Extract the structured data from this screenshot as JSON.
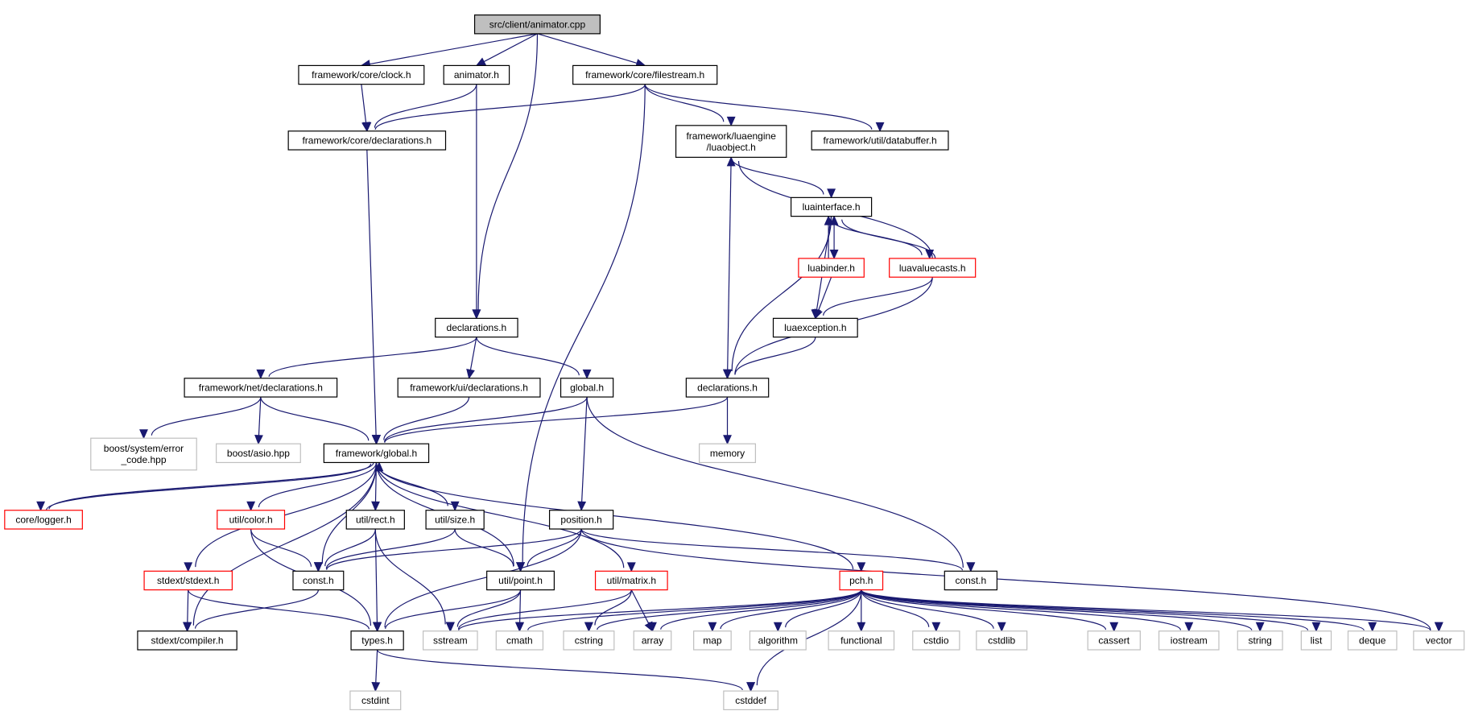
{
  "colors": {
    "edge": "#191970",
    "normal_border": "#000000",
    "external_border": "#bfbfbf",
    "incomplete_border": "#ff0000",
    "root_fill": "#bfbfbf",
    "fill": "#ffffff"
  },
  "nodes": [
    {
      "id": "root",
      "label": "src/client/animator.cpp",
      "kind": "root"
    },
    {
      "id": "clock",
      "label": "framework/core/clock.h",
      "kind": "normal"
    },
    {
      "id": "animator_h",
      "label": "animator.h",
      "kind": "normal"
    },
    {
      "id": "filestream",
      "label": "framework/core/filestream.h",
      "kind": "normal"
    },
    {
      "id": "core_decl",
      "label": "framework/core/declarations.h",
      "kind": "normal"
    },
    {
      "id": "luaobject",
      "label": "framework/luaengine\n/luaobject.h",
      "kind": "normal"
    },
    {
      "id": "databuffer",
      "label": "framework/util/databuffer.h",
      "kind": "normal"
    },
    {
      "id": "luainterface",
      "label": "luainterface.h",
      "kind": "normal"
    },
    {
      "id": "luabinder",
      "label": "luabinder.h",
      "kind": "incomplete"
    },
    {
      "id": "luavaluecasts",
      "label": "luavaluecasts.h",
      "kind": "incomplete"
    },
    {
      "id": "luaexception",
      "label": "luaexception.h",
      "kind": "normal"
    },
    {
      "id": "declarations",
      "label": "declarations.h",
      "kind": "normal"
    },
    {
      "id": "net_decl",
      "label": "framework/net/declarations.h",
      "kind": "normal"
    },
    {
      "id": "ui_decl",
      "label": "framework/ui/declarations.h",
      "kind": "normal"
    },
    {
      "id": "global_h",
      "label": "global.h",
      "kind": "normal"
    },
    {
      "id": "lua_decl",
      "label": "declarations.h",
      "kind": "normal"
    },
    {
      "id": "boost_sys",
      "label": "boost/system/error\n_code.hpp",
      "kind": "external"
    },
    {
      "id": "boost_asio",
      "label": "boost/asio.hpp",
      "kind": "external"
    },
    {
      "id": "fw_global",
      "label": "framework/global.h",
      "kind": "normal"
    },
    {
      "id": "memory",
      "label": "memory",
      "kind": "external"
    },
    {
      "id": "logger",
      "label": "core/logger.h",
      "kind": "incomplete"
    },
    {
      "id": "color",
      "label": "util/color.h",
      "kind": "incomplete"
    },
    {
      "id": "rect",
      "label": "util/rect.h",
      "kind": "normal"
    },
    {
      "id": "size",
      "label": "util/size.h",
      "kind": "normal"
    },
    {
      "id": "position",
      "label": "position.h",
      "kind": "normal"
    },
    {
      "id": "stdext",
      "label": "stdext/stdext.h",
      "kind": "incomplete"
    },
    {
      "id": "const1",
      "label": "const.h",
      "kind": "normal"
    },
    {
      "id": "point",
      "label": "util/point.h",
      "kind": "normal"
    },
    {
      "id": "matrix",
      "label": "util/matrix.h",
      "kind": "incomplete"
    },
    {
      "id": "pch",
      "label": "pch.h",
      "kind": "incomplete"
    },
    {
      "id": "const2",
      "label": "const.h",
      "kind": "normal"
    },
    {
      "id": "compiler",
      "label": "stdext/compiler.h",
      "kind": "normal"
    },
    {
      "id": "types",
      "label": "types.h",
      "kind": "normal"
    },
    {
      "id": "sstream",
      "label": "sstream",
      "kind": "external"
    },
    {
      "id": "cmath",
      "label": "cmath",
      "kind": "external"
    },
    {
      "id": "cstring",
      "label": "cstring",
      "kind": "external"
    },
    {
      "id": "array",
      "label": "array",
      "kind": "external"
    },
    {
      "id": "map",
      "label": "map",
      "kind": "external"
    },
    {
      "id": "algorithm",
      "label": "algorithm",
      "kind": "external"
    },
    {
      "id": "functional",
      "label": "functional",
      "kind": "external"
    },
    {
      "id": "cstdio",
      "label": "cstdio",
      "kind": "external"
    },
    {
      "id": "cstdlib",
      "label": "cstdlib",
      "kind": "external"
    },
    {
      "id": "cassert",
      "label": "cassert",
      "kind": "external"
    },
    {
      "id": "iostream",
      "label": "iostream",
      "kind": "external"
    },
    {
      "id": "string",
      "label": "string",
      "kind": "external"
    },
    {
      "id": "list",
      "label": "list",
      "kind": "external"
    },
    {
      "id": "deque",
      "label": "deque",
      "kind": "external"
    },
    {
      "id": "vector",
      "label": "vector",
      "kind": "external"
    },
    {
      "id": "cstdint",
      "label": "cstdint",
      "kind": "external"
    },
    {
      "id": "cstddef",
      "label": "cstddef",
      "kind": "external"
    }
  ],
  "edges": [
    [
      "root",
      "clock"
    ],
    [
      "root",
      "animator_h"
    ],
    [
      "root",
      "filestream"
    ],
    [
      "root",
      "declarations"
    ],
    [
      "clock",
      "core_decl"
    ],
    [
      "animator_h",
      "core_decl"
    ],
    [
      "animator_h",
      "declarations"
    ],
    [
      "filestream",
      "core_decl"
    ],
    [
      "filestream",
      "luaobject"
    ],
    [
      "filestream",
      "databuffer"
    ],
    [
      "filestream",
      "point"
    ],
    [
      "core_decl",
      "fw_global"
    ],
    [
      "luaobject",
      "luainterface"
    ],
    [
      "luaobject",
      "lua_decl"
    ],
    [
      "luainterface",
      "luabinder"
    ],
    [
      "luainterface",
      "luavaluecasts"
    ],
    [
      "luainterface",
      "luaexception"
    ],
    [
      "luainterface",
      "lua_decl"
    ],
    [
      "luabinder",
      "luainterface"
    ],
    [
      "luabinder",
      "luaexception"
    ],
    [
      "luavaluecasts",
      "luainterface"
    ],
    [
      "luavaluecasts",
      "luaobject"
    ],
    [
      "luavaluecasts",
      "luaexception"
    ],
    [
      "luavaluecasts",
      "lua_decl"
    ],
    [
      "luaexception",
      "lua_decl"
    ],
    [
      "declarations",
      "net_decl"
    ],
    [
      "declarations",
      "ui_decl"
    ],
    [
      "declarations",
      "global_h"
    ],
    [
      "net_decl",
      "boost_sys"
    ],
    [
      "net_decl",
      "boost_asio"
    ],
    [
      "net_decl",
      "fw_global"
    ],
    [
      "ui_decl",
      "fw_global"
    ],
    [
      "global_h",
      "fw_global"
    ],
    [
      "global_h",
      "position"
    ],
    [
      "global_h",
      "const2"
    ],
    [
      "lua_decl",
      "fw_global"
    ],
    [
      "lua_decl",
      "memory"
    ],
    [
      "fw_global",
      "logger"
    ],
    [
      "fw_global",
      "color"
    ],
    [
      "fw_global",
      "rect"
    ],
    [
      "fw_global",
      "size"
    ],
    [
      "fw_global",
      "stdext"
    ],
    [
      "fw_global",
      "const1"
    ],
    [
      "fw_global",
      "point"
    ],
    [
      "fw_global",
      "matrix"
    ],
    [
      "fw_global",
      "pch"
    ],
    [
      "fw_global",
      "compiler"
    ],
    [
      "logger",
      "fw_global"
    ],
    [
      "color",
      "const1"
    ],
    [
      "color",
      "types"
    ],
    [
      "rect",
      "const1"
    ],
    [
      "rect",
      "types"
    ],
    [
      "rect",
      "sstream"
    ],
    [
      "size",
      "const1"
    ],
    [
      "size",
      "point"
    ],
    [
      "position",
      "const1"
    ],
    [
      "position",
      "point"
    ],
    [
      "position",
      "types"
    ],
    [
      "position",
      "const2"
    ],
    [
      "position",
      "vector"
    ],
    [
      "stdext",
      "compiler"
    ],
    [
      "stdext",
      "types"
    ],
    [
      "const1",
      "compiler"
    ],
    [
      "point",
      "types"
    ],
    [
      "point",
      "sstream"
    ],
    [
      "point",
      "cmath"
    ],
    [
      "matrix",
      "sstream"
    ],
    [
      "matrix",
      "cstring"
    ],
    [
      "matrix",
      "array"
    ],
    [
      "pch",
      "sstream"
    ],
    [
      "pch",
      "cmath"
    ],
    [
      "pch",
      "cstring"
    ],
    [
      "pch",
      "array"
    ],
    [
      "pch",
      "map"
    ],
    [
      "pch",
      "algorithm"
    ],
    [
      "pch",
      "functional"
    ],
    [
      "pch",
      "cstdio"
    ],
    [
      "pch",
      "cstdlib"
    ],
    [
      "pch",
      "cassert"
    ],
    [
      "pch",
      "iostream"
    ],
    [
      "pch",
      "string"
    ],
    [
      "pch",
      "list"
    ],
    [
      "pch",
      "deque"
    ],
    [
      "pch",
      "vector"
    ],
    [
      "pch",
      "cstddef"
    ],
    [
      "types",
      "cstdint"
    ],
    [
      "types",
      "cstddef"
    ]
  ]
}
